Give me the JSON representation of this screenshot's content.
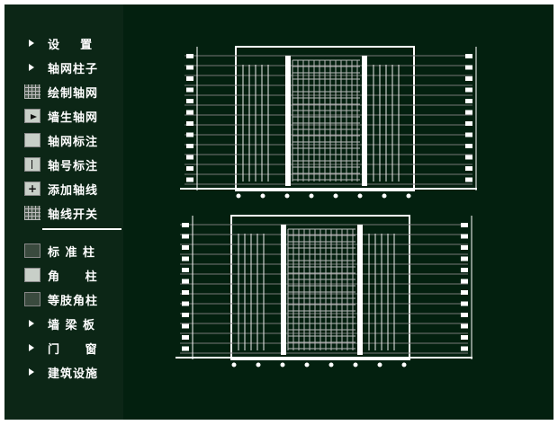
{
  "menu": {
    "items": [
      {
        "label": "设    置",
        "icon": "triangle-right-icon"
      },
      {
        "label": "轴网柱子",
        "icon": "triangle-right-icon"
      },
      {
        "label": "绘制轴网",
        "icon": "grid-icon"
      },
      {
        "label": "墙生轴网",
        "icon": "wall-axis-icon"
      },
      {
        "label": "轴网标注",
        "icon": "axis-dimension-icon"
      },
      {
        "label": "轴号标注",
        "icon": "axis-number-icon"
      },
      {
        "label": "添加轴线",
        "icon": "add-axis-icon"
      },
      {
        "label": "轴线开关",
        "icon": "axis-toggle-icon"
      }
    ],
    "items2": [
      {
        "label": "标 准 柱",
        "icon": "standard-column-icon"
      },
      {
        "label": "角     柱",
        "icon": "corner-column-icon"
      },
      {
        "label": "等肢角柱",
        "icon": "equal-leg-column-icon"
      },
      {
        "label": "墙 梁 板",
        "icon": "triangle-right-icon"
      },
      {
        "label": "门     窗",
        "icon": "triangle-right-icon"
      },
      {
        "label": "建筑设施",
        "icon": "triangle-right-icon"
      }
    ]
  },
  "colors": {
    "background": "#03200f",
    "sidebar": "#0c2616",
    "lines": "#ffffff"
  }
}
